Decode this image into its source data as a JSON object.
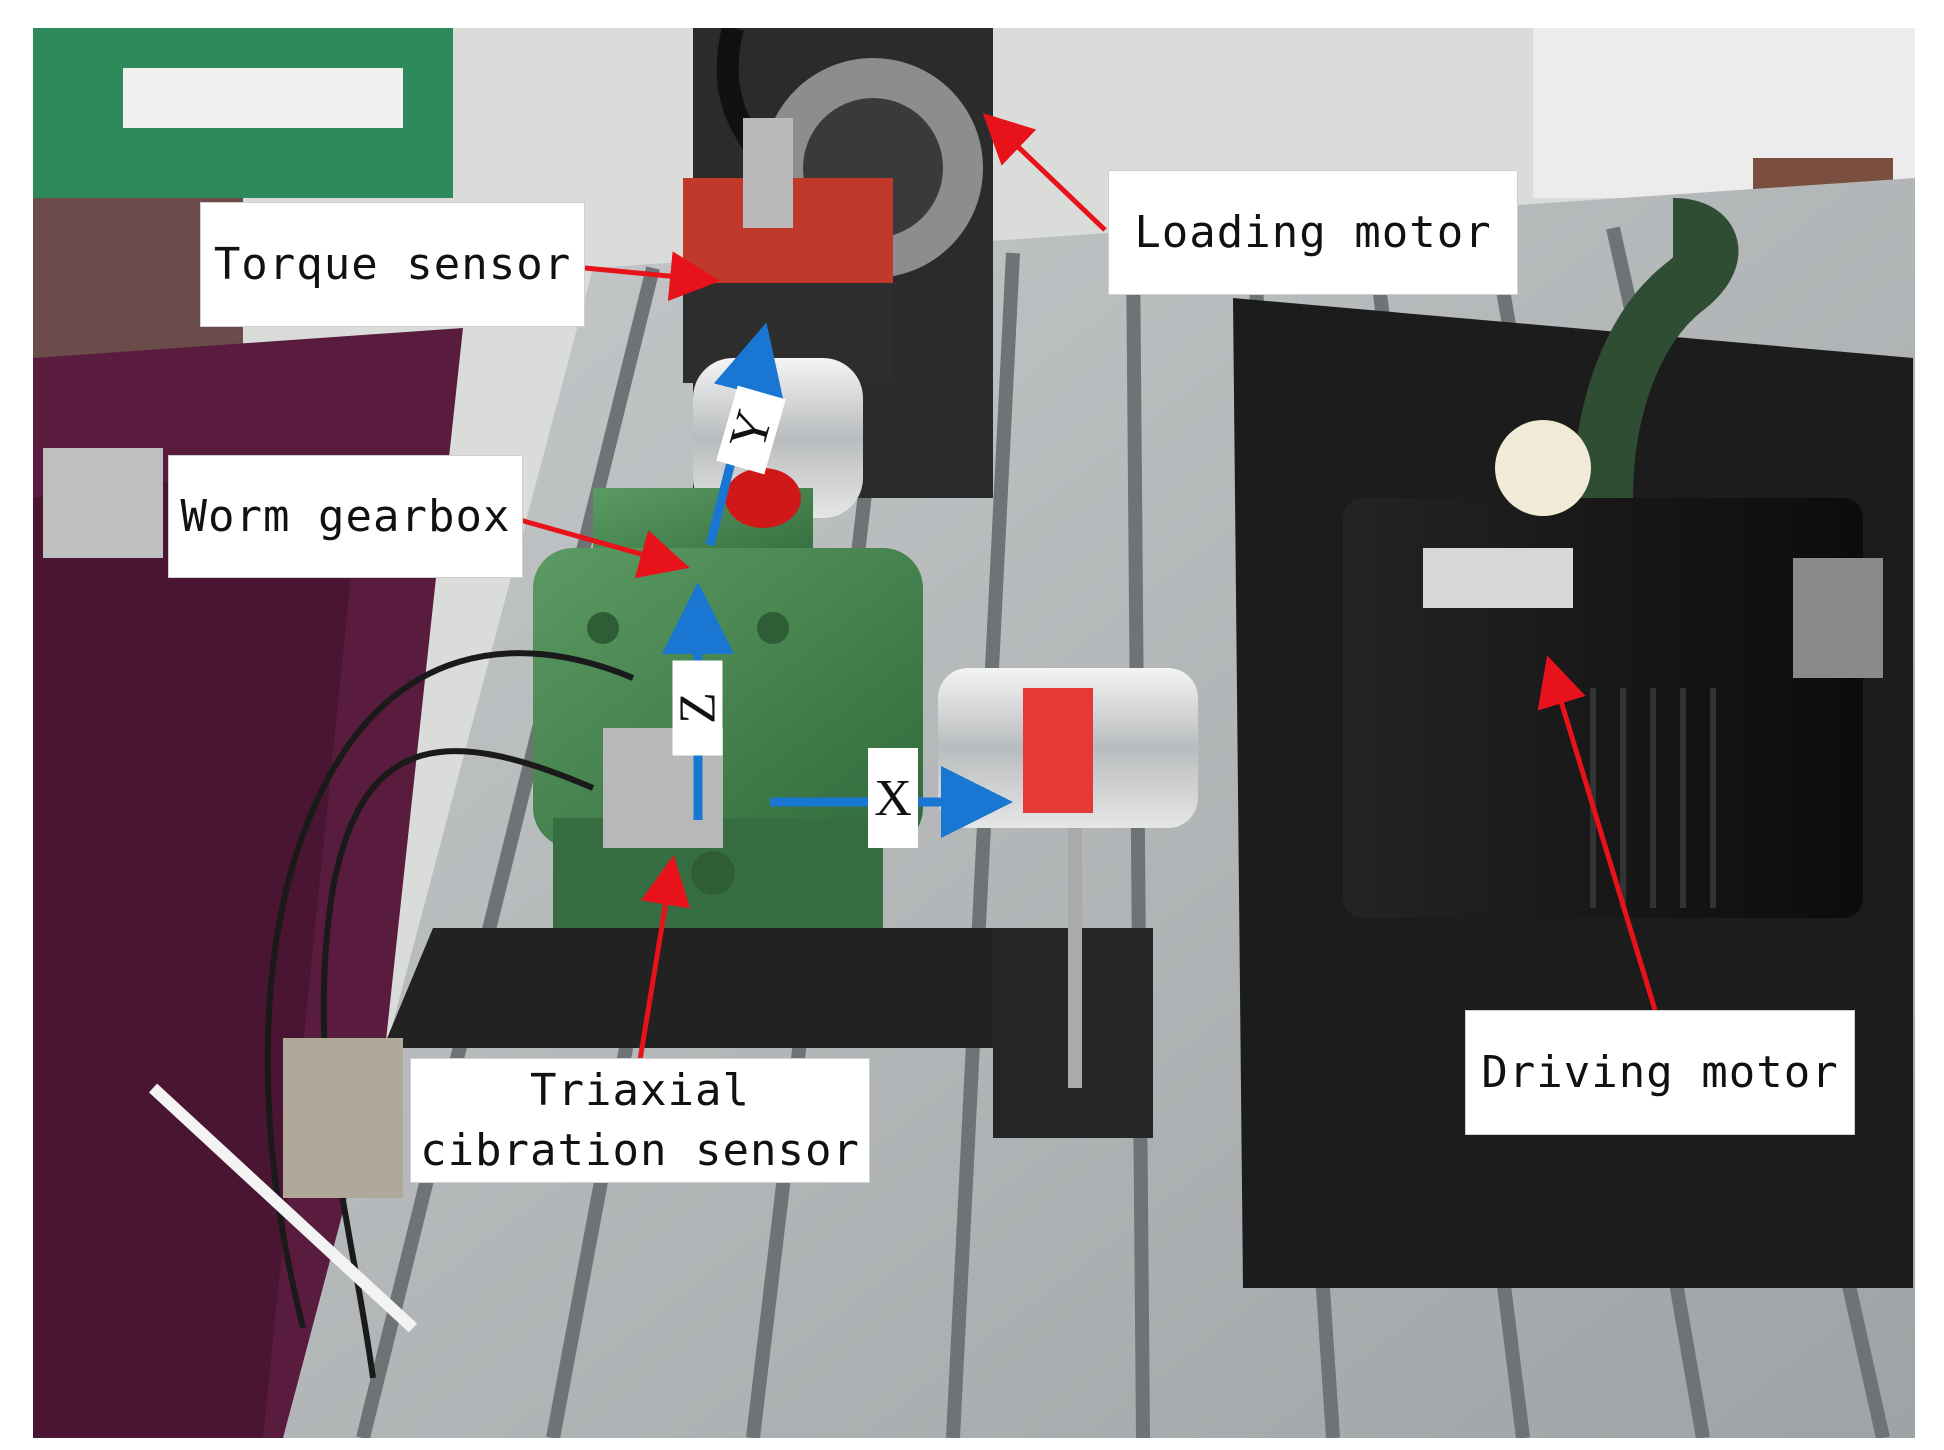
{
  "labels": {
    "torque_sensor": "Torque sensor",
    "loading_motor": "Loading motor",
    "worm_gearbox": "Worm gearbox",
    "triaxial_line1": "Triaxial",
    "triaxial_line2": "cibration sensor",
    "driving_motor": "Driving motor"
  },
  "axes": {
    "x": "X",
    "y": "Y",
    "z": "Z"
  },
  "colors": {
    "arrow_red": "#e8121b",
    "axis_blue": "#1976d2",
    "gearbox_green": "#3f7a4a",
    "motor_black": "#151515",
    "rail_gray": "#a9aeb0",
    "label_bg": "#ffffff"
  }
}
